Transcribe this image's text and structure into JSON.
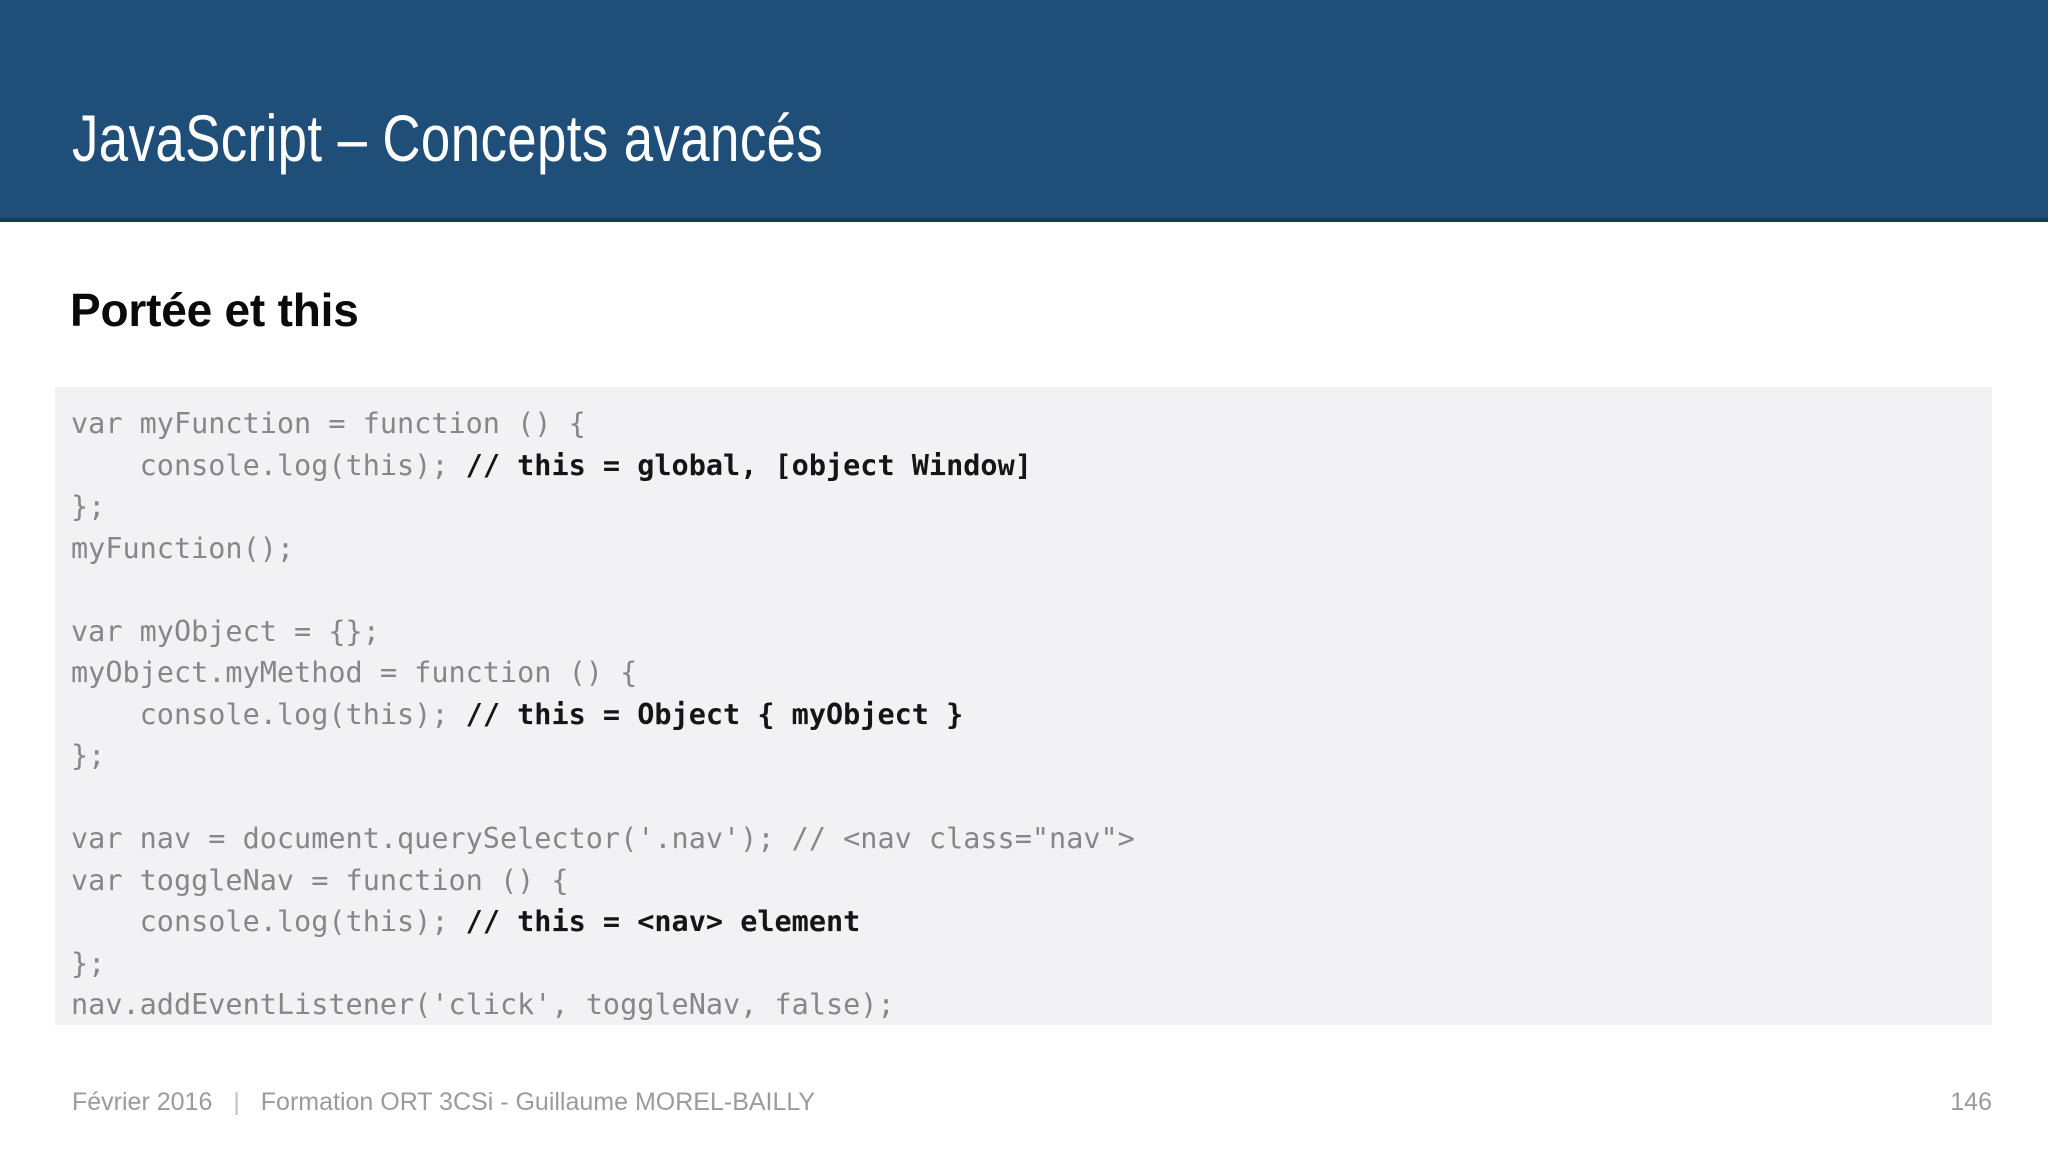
{
  "slide": {
    "title": "JavaScript – Concepts avancés",
    "section_heading": "Portée et this",
    "page_number": "146"
  },
  "colors": {
    "header_background": "#1f4e79",
    "header_rule": "#14395c",
    "title_text": "#ffffff",
    "heading_text": "#0a0a0a",
    "code_background": "#f2f1f4",
    "code_text": "#86868b",
    "comment_text": "#151515",
    "footer_text": "#9b9b9f",
    "slide_background": "#ffffff"
  },
  "code": {
    "language": "javascript",
    "lines": [
      {
        "segments": [
          {
            "text": "var myFunction = function () {",
            "style": "code"
          }
        ]
      },
      {
        "segments": [
          {
            "text": "    console.log(this); ",
            "style": "code"
          },
          {
            "text": "// this = global, [object Window]",
            "style": "comment-strong"
          }
        ]
      },
      {
        "segments": [
          {
            "text": "};",
            "style": "code"
          }
        ]
      },
      {
        "segments": [
          {
            "text": "myFunction();",
            "style": "code"
          }
        ]
      },
      {
        "segments": [
          {
            "text": "",
            "style": "code"
          }
        ]
      },
      {
        "segments": [
          {
            "text": "var myObject = {};",
            "style": "code"
          }
        ]
      },
      {
        "segments": [
          {
            "text": "myObject.myMethod = function () {",
            "style": "code"
          }
        ]
      },
      {
        "segments": [
          {
            "text": "    console.log(this); ",
            "style": "code"
          },
          {
            "text": "// this = Object { myObject }",
            "style": "comment-strong"
          }
        ]
      },
      {
        "segments": [
          {
            "text": "};",
            "style": "code"
          }
        ]
      },
      {
        "segments": [
          {
            "text": "",
            "style": "code"
          }
        ]
      },
      {
        "segments": [
          {
            "text": "var nav = document.querySelector('.nav'); ",
            "style": "code"
          },
          {
            "text": "// <nav class=\"nav\">",
            "style": "comment-muted"
          }
        ]
      },
      {
        "segments": [
          {
            "text": "var toggleNav = function () {",
            "style": "code"
          }
        ]
      },
      {
        "segments": [
          {
            "text": "    console.log(this); ",
            "style": "code"
          },
          {
            "text": "// this = <nav> element",
            "style": "comment-strong"
          }
        ]
      },
      {
        "segments": [
          {
            "text": "};",
            "style": "code"
          }
        ]
      },
      {
        "segments": [
          {
            "text": "nav.addEventListener('click', toggleNav, false);",
            "style": "code"
          }
        ]
      }
    ]
  },
  "footer": {
    "date": "Février 2016",
    "separator": "|",
    "course": "Formation ORT 3CSi - Guillaume MOREL-BAILLY"
  }
}
